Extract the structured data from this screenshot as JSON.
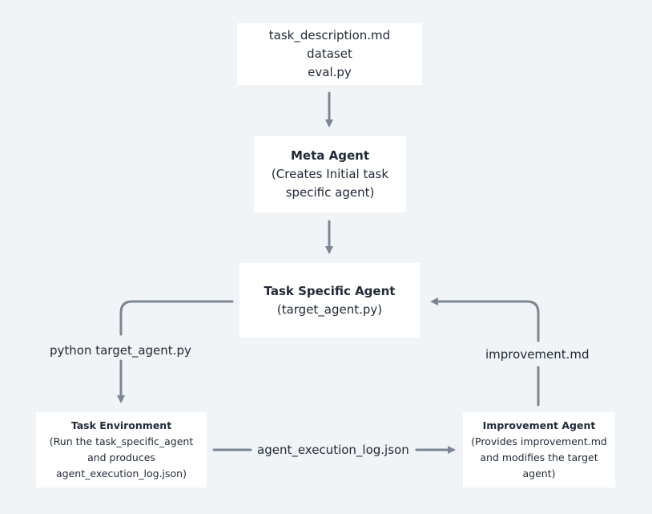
{
  "nodes": {
    "inputs": {
      "lines": [
        "task_description.md",
        "dataset",
        "eval.py"
      ]
    },
    "meta_agent": {
      "title": "Meta Agent",
      "lines": [
        "(Creates Initial task",
        "specific agent)"
      ]
    },
    "task_agent": {
      "title": "Task Specific Agent",
      "lines": [
        "(target_agent.py)"
      ]
    },
    "task_environment": {
      "title": "Task Environment",
      "lines": [
        "(Run the task_specific_agent",
        "and produces",
        "agent_execution_log.json)"
      ]
    },
    "improvement_agent": {
      "title": "Improvement Agent",
      "lines": [
        "(Provides improvement.md",
        "and modifies the target",
        "agent)"
      ]
    }
  },
  "edges": {
    "python_label": "python target_agent.py",
    "log_label": "agent_execution_log.json",
    "improvement_label": "improvement.md"
  },
  "colors": {
    "background": "#f1f4f6",
    "box": "#ffffff",
    "arrow": "#7b8794",
    "text": "#1f2937"
  }
}
